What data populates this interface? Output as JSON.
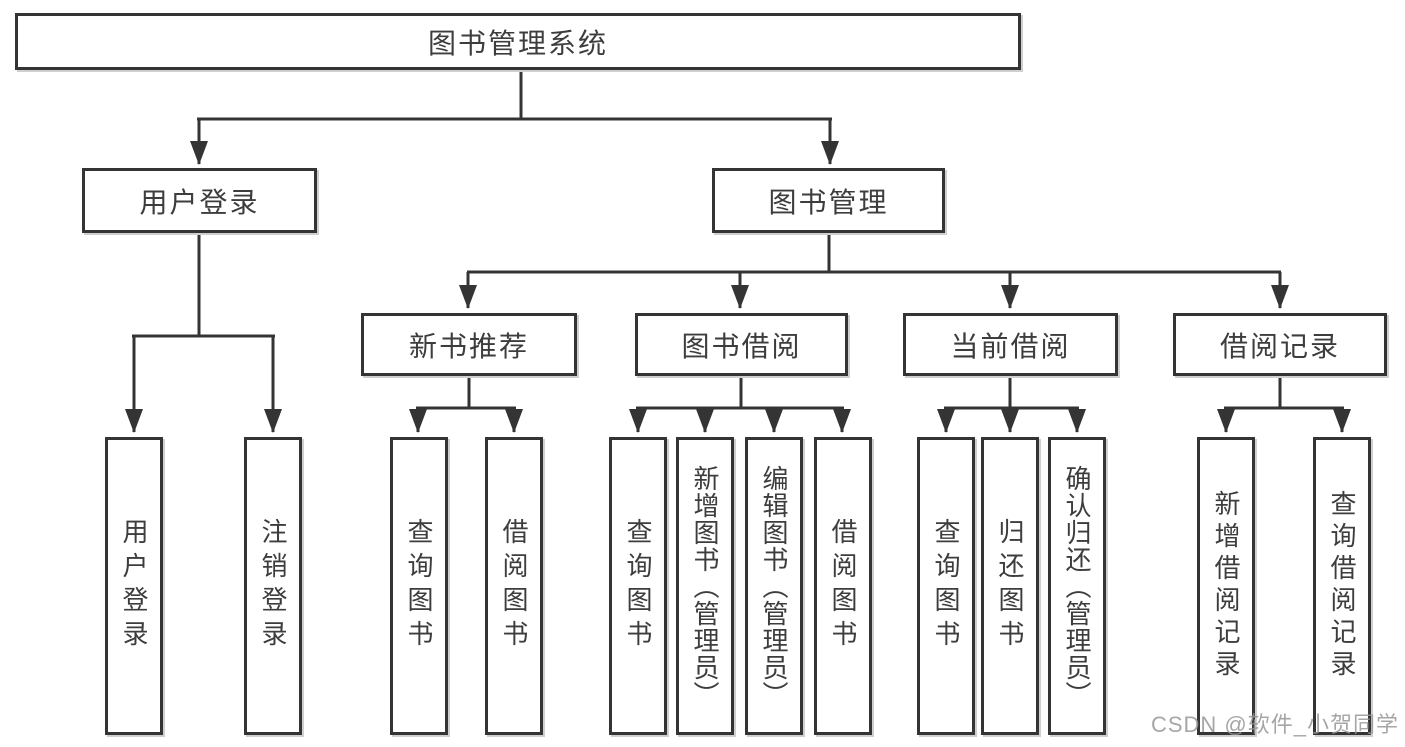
{
  "tree": {
    "root": {
      "label": "图书管理系统"
    },
    "login": {
      "label": "用户登录",
      "leaves": [
        "用户登录",
        "注销登录"
      ]
    },
    "manage": {
      "label": "图书管理"
    },
    "new_books": {
      "label": "新书推荐",
      "leaves": [
        "查询图书",
        "借阅图书"
      ]
    },
    "book_borrow": {
      "label": "图书借阅",
      "leaves": [
        "查询图书",
        "新增图书（管理员）",
        "编辑图书（管理员）",
        "借阅图书"
      ]
    },
    "current_borrow": {
      "label": "当前借阅",
      "leaves": [
        "查询图书",
        "归还图书",
        "确认归还（管理员）"
      ]
    },
    "borrow_records": {
      "label": "借阅记录",
      "leaves": [
        "新增借阅记录",
        "查询借阅记录"
      ]
    }
  },
  "watermark": "CSDN @软件_小贺同学",
  "colors": {
    "line": "#343434",
    "text": "#3d3d3d",
    "watermark": "#969696"
  }
}
